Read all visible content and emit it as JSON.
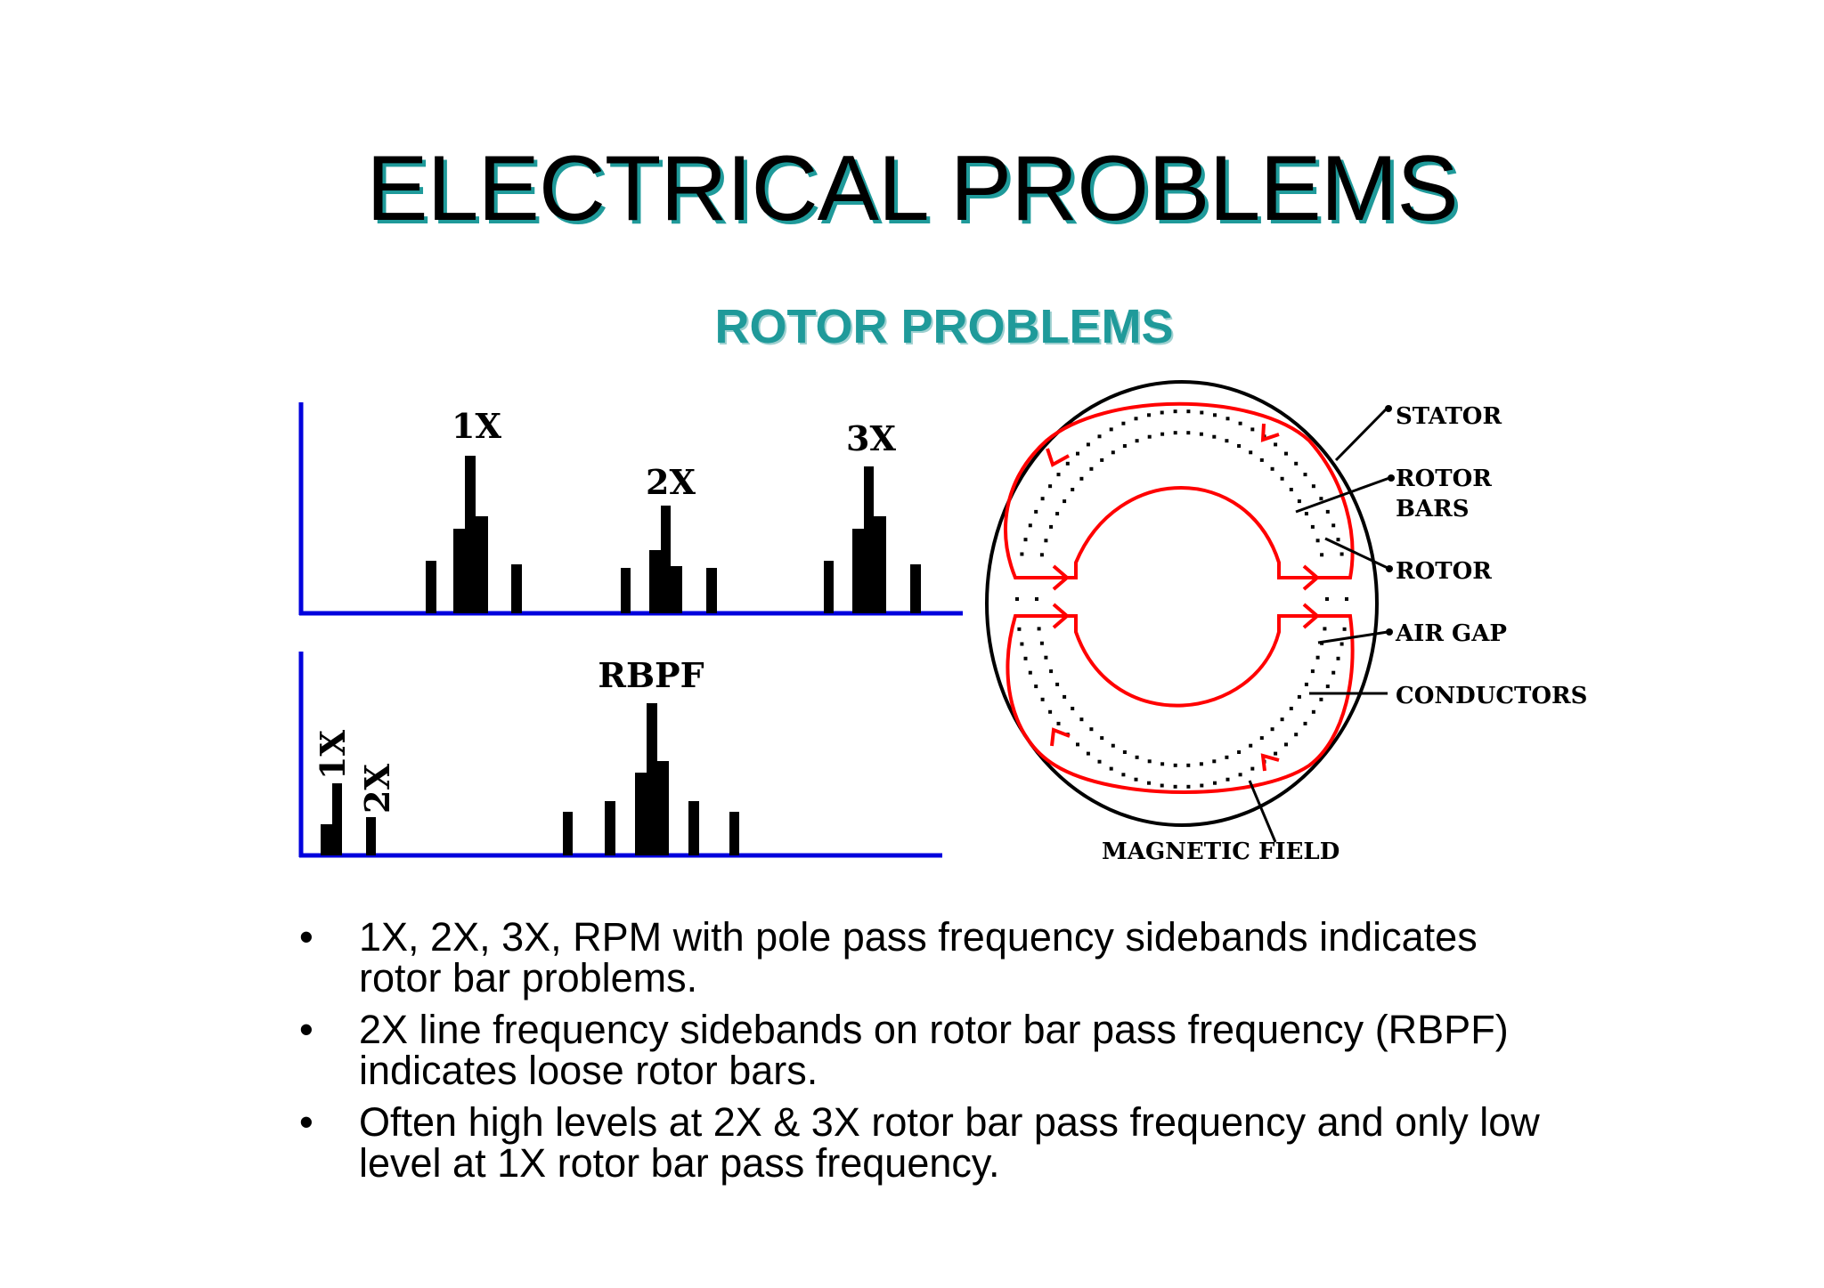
{
  "title": "ELECTRICAL  PROBLEMS",
  "subtitle": "ROTOR PROBLEMS",
  "spectrum_top": {
    "labels": {
      "1x": "1X",
      "2x": "2X",
      "3x": "3X"
    }
  },
  "spectrum_bottom": {
    "labels": {
      "1x": "1X",
      "2x": "2X",
      "rbpf": "RBPF"
    }
  },
  "rotor_diagram": {
    "labels": {
      "stator": "STATOR",
      "rotor_bars_1": "ROTOR",
      "rotor_bars_2": "BARS",
      "rotor": "ROTOR",
      "air_gap": "AIR GAP",
      "conductors": "CONDUCTORS",
      "magnetic_field": "MAGNETIC FIELD"
    },
    "colors": {
      "field": "#ff0000",
      "axis": "#0000dd",
      "outline": "#000000"
    }
  },
  "bullets": [
    "1X, 2X, 3X, RPM with pole pass frequency sidebands indicates rotor bar problems.",
    "2X line frequency sidebands on rotor bar pass frequency (RBPF) indicates loose rotor bars.",
    "Often high levels at 2X  & 3X rotor bar pass frequency and only low level at 1X rotor bar pass frequency."
  ]
}
